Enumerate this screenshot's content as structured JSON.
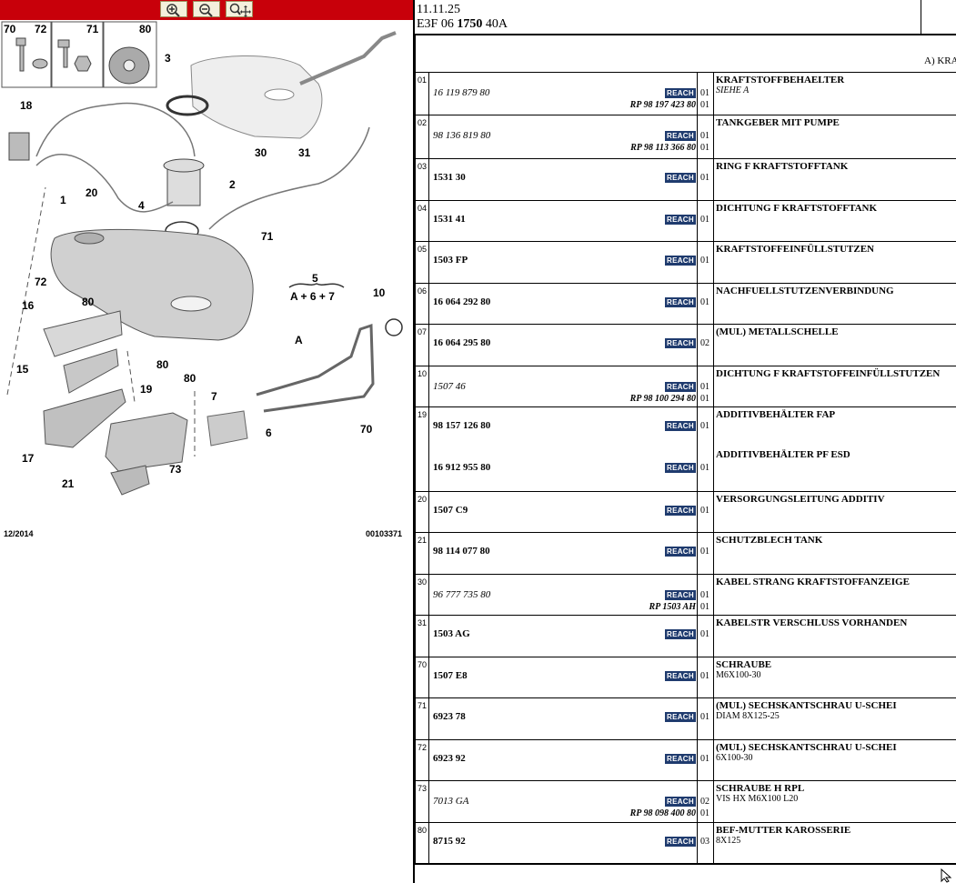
{
  "toolbar": {
    "zoom_in": "zoom-in",
    "zoom_out": "zoom-out",
    "zoom_pan": "zoom-pan"
  },
  "diagram": {
    "date": "12/2014",
    "code": "00103371",
    "callouts": [
      "70",
      "72",
      "71",
      "80",
      "3",
      "18",
      "30",
      "2",
      "20",
      "31",
      "1",
      "4",
      "71",
      "72",
      "80",
      "16",
      "5",
      "A + 6 + 7",
      "10",
      "A",
      "15",
      "80",
      "80",
      "7",
      "6",
      "19",
      "17",
      "70",
      "73",
      "21"
    ]
  },
  "header": {
    "date": "11.11.25",
    "code_pre": "E3F 06 ",
    "code_bold": "1750",
    "code_post": " 40A",
    "variant": "A) KRA"
  },
  "rows": [
    {
      "pos": "01",
      "pn": "16 119 879 80",
      "pn_italic": true,
      "qty": "01",
      "rp": "RP 98 197 423 80",
      "rp_qty": "01",
      "desc": "KRAFTSTOFFBEHAELTER",
      "desc2": "SIEHE A",
      "desc2_italic": true
    },
    {
      "pos": "02",
      "pn": "98 136 819 80",
      "pn_italic": true,
      "qty": "01",
      "rp": "RP 98 113 366 80",
      "rp_qty": "01",
      "desc": "TANKGEBER MIT PUMPE"
    },
    {
      "pos": "03",
      "pn": "1531 30",
      "qty": "01",
      "desc": "RING F KRAFTSTOFFTANK"
    },
    {
      "pos": "04",
      "pn": "1531 41",
      "qty": "01",
      "desc": "DICHTUNG F KRAFTSTOFFTANK"
    },
    {
      "pos": "05",
      "pn": "1503 FP",
      "qty": "01",
      "desc": "KRAFTSTOFFEINFÜLLSTUTZEN"
    },
    {
      "pos": "06",
      "pn": "16 064 292 80",
      "qty": "01",
      "desc": "NACHFUELLSTUTZENVERBINDUNG"
    },
    {
      "pos": "07",
      "pn": "16 064 295 80",
      "qty": "02",
      "desc": "(MUL) METALLSCHELLE"
    },
    {
      "pos": "10",
      "pn": "1507 46",
      "pn_italic": true,
      "qty": "01",
      "rp": "RP 98 100 294 80",
      "rp_qty": "01",
      "desc": "DICHTUNG F KRAFTSTOFFEINFÜLLSTUTZEN"
    },
    {
      "pos": "19",
      "pn": "98 157 126 80",
      "qty": "01",
      "desc": "ADDITIVBEHÄLTER FAP",
      "pn_b": "16 912 955 80",
      "qty_b": "01",
      "desc_b": "ADDITIVBEHÄLTER PF ESD"
    },
    {
      "pos": "20",
      "pn": "1507 C9",
      "qty": "01",
      "desc": "VERSORGUNGSLEITUNG ADDITIV"
    },
    {
      "pos": "21",
      "pn": "98 114 077 80",
      "qty": "01",
      "desc": "SCHUTZBLECH TANK"
    },
    {
      "pos": "30",
      "pn": "96 777 735 80",
      "pn_italic": true,
      "qty": "01",
      "rp": "RP 1503 AH",
      "rp_qty": "01",
      "desc": "KABEL STRANG KRAFTSTOFFANZEIGE"
    },
    {
      "pos": "31",
      "pn": "1503 AG",
      "qty": "01",
      "desc": "KABELSTR VERSCHLUSS VORHANDEN"
    },
    {
      "pos": "70",
      "pn": "1507 E8",
      "qty": "01",
      "desc": "SCHRAUBE",
      "desc2": "M6X100-30"
    },
    {
      "pos": "71",
      "pn": "6923 78",
      "qty": "01",
      "desc": "(MUL) SECHSKANTSCHRAU U-SCHEI",
      "desc2": "DIAM 8X125-25"
    },
    {
      "pos": "72",
      "pn": "6923 92",
      "qty": "01",
      "desc": "(MUL) SECHSKANTSCHRAU U-SCHEI",
      "desc2": "6X100-30"
    },
    {
      "pos": "73",
      "pn": "7013 GA",
      "pn_italic": true,
      "qty": "02",
      "rp": "RP 98 098 400 80",
      "rp_qty": "01",
      "desc": "SCHRAUBE H RPL",
      "desc2": "VIS HX M6X100 L20"
    },
    {
      "pos": "80",
      "pn": "8715 92",
      "qty": "03",
      "desc": "BEF-MUTTER KAROSSERIE",
      "desc2": "8X125"
    }
  ],
  "reach_label": "REACH"
}
